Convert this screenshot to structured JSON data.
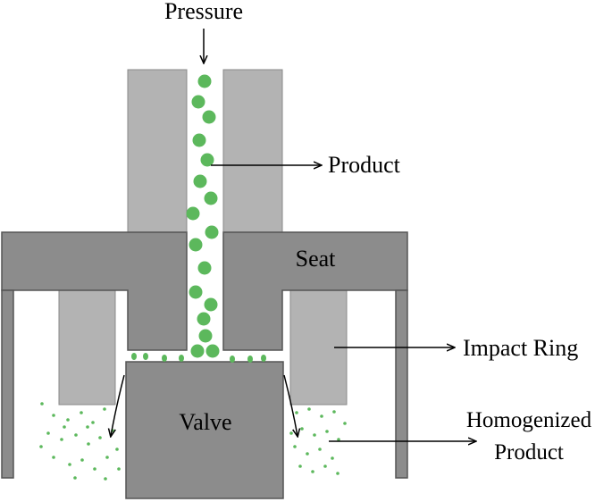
{
  "labels": {
    "pressure": "Pressure",
    "product": "Product",
    "seat": "Seat",
    "impact_ring": "Impact Ring",
    "valve": "Valve",
    "homogenized_line1": "Homogenized",
    "homogenized_line2": "Product"
  },
  "colors": {
    "light_gray": "#b3b3b3",
    "dark_gray": "#8c8c8c",
    "outline": "#555555",
    "particle_green": "#5cb85c",
    "particle_dark": "#4a9a4a"
  }
}
